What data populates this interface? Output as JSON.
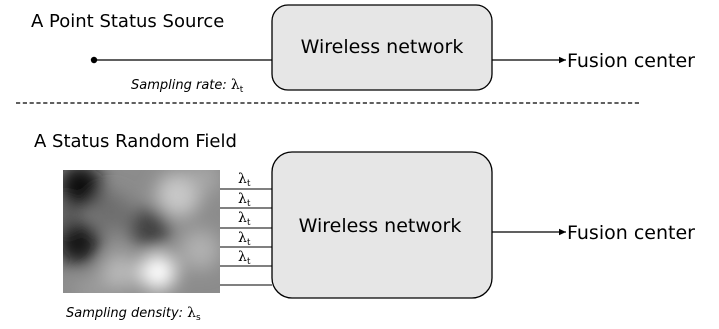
{
  "top_section": {
    "title": "A Point Status Source",
    "network_label": "Wireless network",
    "destination_label": "Fusion center",
    "caption_prefix": "Sampling rate: ",
    "caption_symbol": "λ",
    "caption_subscript": "t"
  },
  "bottom_section": {
    "title": "A Status Random Field",
    "network_label": "Wireless network",
    "destination_label": "Fusion center",
    "caption_prefix": "Sampling density: ",
    "caption_symbol": "λ",
    "caption_subscript": "s",
    "channel_labels": [
      {
        "symbol": "λ",
        "subscript": "t"
      },
      {
        "symbol": "λ",
        "subscript": "t"
      },
      {
        "symbol": "λ",
        "subscript": "t"
      },
      {
        "symbol": "λ",
        "subscript": "t"
      },
      {
        "symbol": "λ",
        "subscript": "t"
      }
    ]
  },
  "colors": {
    "box_fill": "#e6e6e6",
    "stroke": "#000000",
    "background": "#ffffff"
  }
}
